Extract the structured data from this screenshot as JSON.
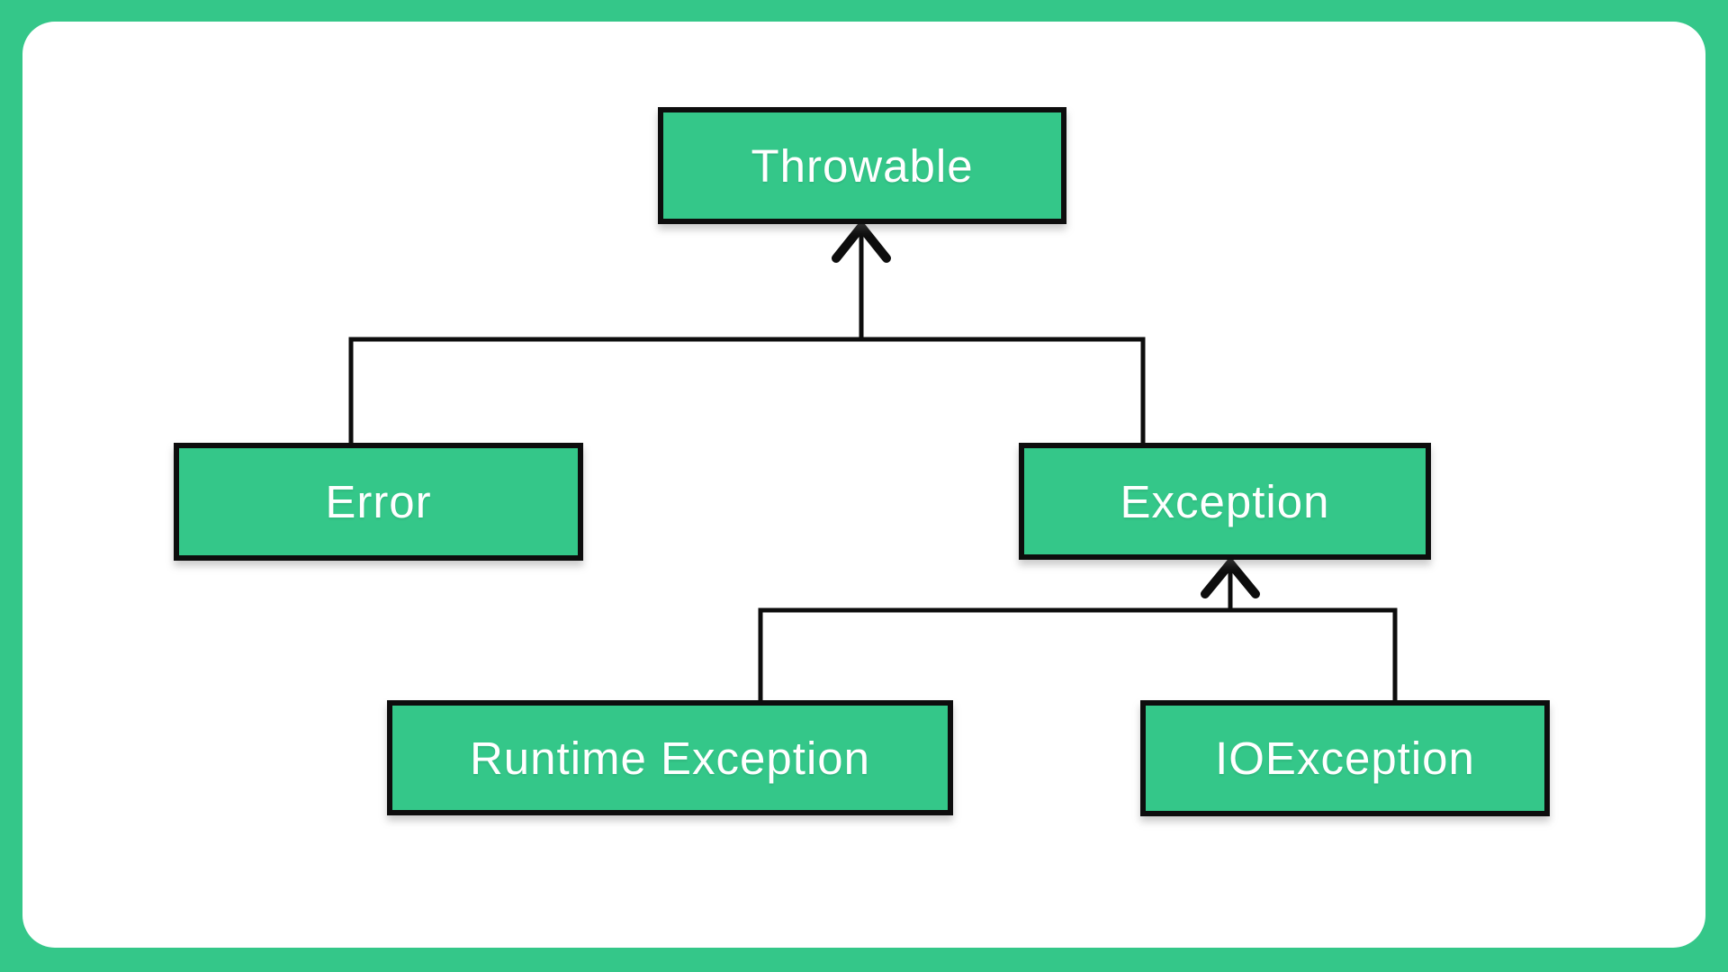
{
  "diagram": {
    "type": "class-hierarchy-tree",
    "nodes": {
      "throwable": {
        "label": "Throwable"
      },
      "error": {
        "label": "Error"
      },
      "exception": {
        "label": "Exception"
      },
      "runtime_exception": {
        "label": "Runtime Exception"
      },
      "io_exception": {
        "label": "IOException"
      }
    },
    "edges": [
      {
        "from": "error",
        "to": "throwable",
        "style": "elbow-up-arrow"
      },
      {
        "from": "exception",
        "to": "throwable",
        "style": "elbow-up-arrow"
      },
      {
        "from": "runtime_exception",
        "to": "exception",
        "style": "elbow-up-arrow"
      },
      {
        "from": "io_exception",
        "to": "exception",
        "style": "elbow-up-arrow"
      }
    ],
    "colors": {
      "frame": "#34c789",
      "card": "#ffffff",
      "node_fill": "#34c789",
      "node_border": "#0d0d0d",
      "node_text": "#ffffff",
      "connector": "#0d0d0d"
    }
  }
}
